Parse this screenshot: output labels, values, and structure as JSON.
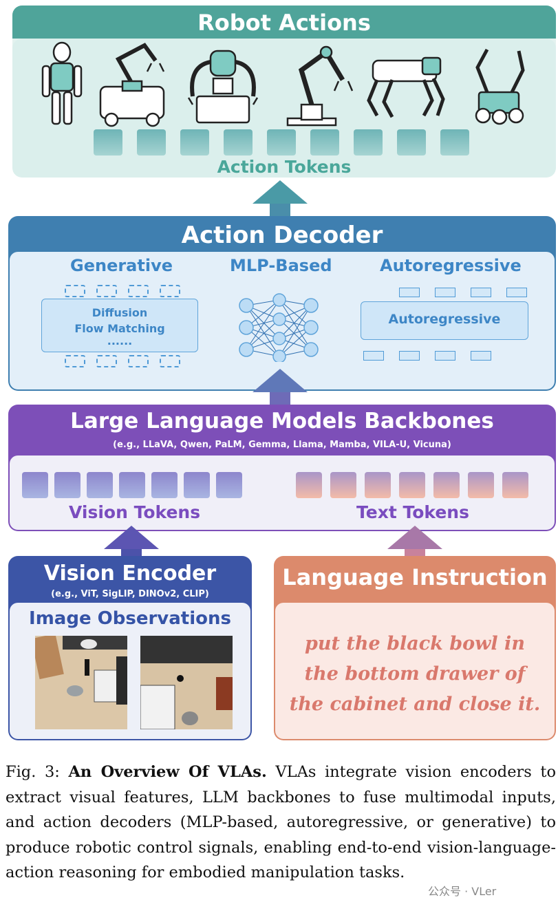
{
  "robot_actions": {
    "title": "Robot Actions",
    "robot_icons": [
      "humanoid-robot-icon",
      "mobile-manipulator-icon",
      "dual-arm-robot-icon",
      "robot-arm-icon",
      "quadruped-robot-icon",
      "wheeled-dual-arm-robot-icon"
    ],
    "action_token_count": 9,
    "action_tokens_label": "Action Tokens"
  },
  "action_decoder": {
    "title": "Action Decoder",
    "generative": {
      "label": "Generative",
      "lines": [
        "Diffusion",
        "Flow Matching",
        "......"
      ]
    },
    "mlp": {
      "label": "MLP-Based"
    },
    "autoregressive": {
      "label": "Autoregressive",
      "inner": "Autoregressive"
    }
  },
  "llm": {
    "title": "Large Language Models Backbones",
    "examples": "(e.g., LLaVA, Qwen, PaLM, Gemma, Llama, Mamba, VILA-U, Vicuna)",
    "vision_tokens_label": "Vision Tokens",
    "text_tokens_label": "Text Tokens"
  },
  "vision_encoder": {
    "title": "Vision Encoder",
    "examples": "(e.g., ViT, SigLIP, DINOv2, CLIP)",
    "image_observations": "Image Observations"
  },
  "language_instruction": {
    "title": "Language Instruction",
    "text": "put the black bowl in the bottom drawer of the cabinet and close it."
  },
  "caption": {
    "prefix": "Fig. 3: ",
    "bold": "An Overview Of VLAs.",
    "text": " VLAs integrate vision encoders to extract visual features, LLM backbones to fuse multimodal inputs, and action decoders (MLP-based, autoregressive, or generative) to produce robotic control signals, enabling end-to-end vision-language-action reasoning for embodied manipulation tasks."
  },
  "watermark": "公众号 · VLer",
  "colors": {
    "robot_actions": "#4fa49a",
    "action_decoder": "#3f7fb0",
    "llm": "#7d4fb8",
    "vision_encoder": "#3c55a6",
    "language_instruction": "#dc8a6c"
  }
}
